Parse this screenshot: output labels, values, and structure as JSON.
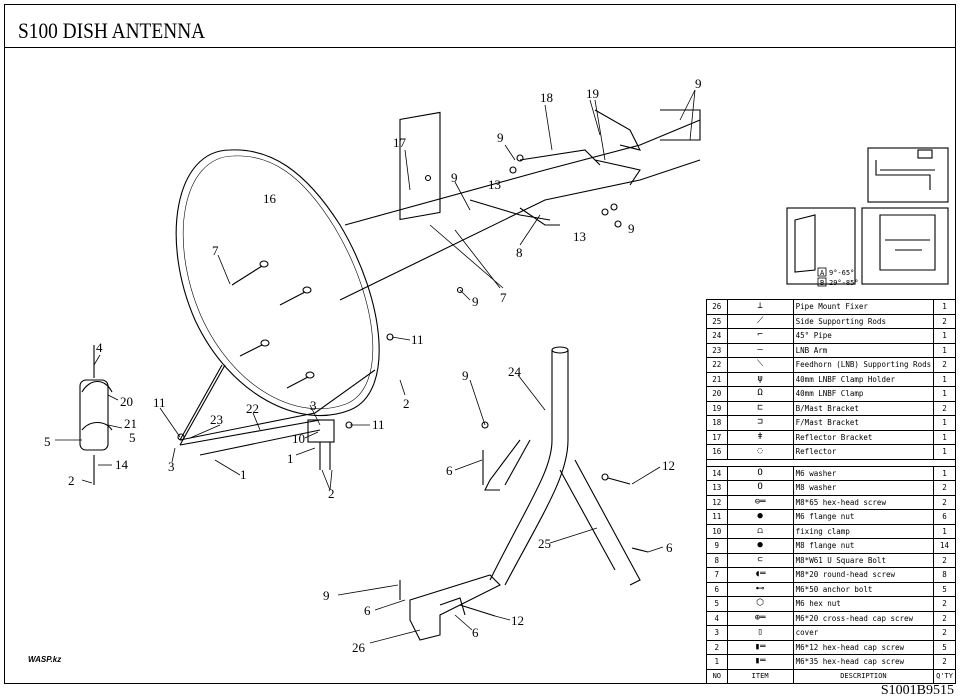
{
  "title": "S100 DISH ANTENNA",
  "document_number": "S1001B9515",
  "watermark": "WASP.kz",
  "inset_labels": {
    "a": "A",
    "a_range": "9°-65°",
    "b": "B",
    "b_range": "29°-85°"
  },
  "callouts": [
    "1",
    "2",
    "3",
    "4",
    "5",
    "6",
    "7",
    "8",
    "9",
    "10",
    "11",
    "12",
    "13",
    "14",
    "16",
    "17",
    "18",
    "19",
    "20",
    "21",
    "22",
    "23",
    "24",
    "25",
    "26"
  ],
  "parts": [
    {
      "no": "26",
      "desc": "Pipe Mount Fixer",
      "qty": "1",
      "icon": "pipe-mount-fixer-icon"
    },
    {
      "no": "25",
      "desc": "Side Supporting Rods",
      "qty": "2",
      "icon": "side-rods-icon"
    },
    {
      "no": "24",
      "desc": "45° Pipe",
      "qty": "1",
      "icon": "pipe-icon"
    },
    {
      "no": "23",
      "desc": "LNB Arm",
      "qty": "1",
      "icon": "lnb-arm-icon"
    },
    {
      "no": "22",
      "desc": "Feedhorn (LNB) Supporting Rods",
      "qty": "2",
      "icon": "feedhorn-rod-icon"
    },
    {
      "no": "21",
      "desc": "40mm LNBF Clamp Holder",
      "qty": "1",
      "icon": "clamp-holder-icon"
    },
    {
      "no": "20",
      "desc": "40mm LNBF Clamp",
      "qty": "1",
      "icon": "clamp-icon"
    },
    {
      "no": "19",
      "desc": "B/Mast Bracket",
      "qty": "2",
      "icon": "b-mast-bracket-icon"
    },
    {
      "no": "18",
      "desc": "F/Mast Bracket",
      "qty": "1",
      "icon": "f-mast-bracket-icon"
    },
    {
      "no": "17",
      "desc": "Reflector Bracket",
      "qty": "1",
      "icon": "reflector-bracket-icon"
    },
    {
      "no": "16",
      "desc": "Reflector",
      "qty": "1",
      "icon": "reflector-icon"
    },
    {
      "no": "14",
      "desc": "M6 washer",
      "qty": "1",
      "icon": "washer-icon"
    },
    {
      "no": "13",
      "desc": "M8 washer",
      "qty": "2",
      "icon": "washer-icon"
    },
    {
      "no": "12",
      "desc": "M8*65 hex-head screw",
      "qty": "2",
      "icon": "hex-screw-icon"
    },
    {
      "no": "11",
      "desc": "M6 flange nut",
      "qty": "6",
      "icon": "flange-nut-icon"
    },
    {
      "no": "10",
      "desc": "fixing clamp",
      "qty": "1",
      "icon": "fixing-clamp-icon"
    },
    {
      "no": "9",
      "desc": "M8 flange nut",
      "qty": "14",
      "icon": "flange-nut-icon"
    },
    {
      "no": "8",
      "desc": "M8*W61 U Square Bolt",
      "qty": "2",
      "icon": "u-bolt-icon"
    },
    {
      "no": "7",
      "desc": "M8*20 round-head screw",
      "qty": "8",
      "icon": "round-screw-icon"
    },
    {
      "no": "6",
      "desc": "M6*50 anchor bolt",
      "qty": "5",
      "icon": "anchor-bolt-icon"
    },
    {
      "no": "5",
      "desc": "M6 hex nut",
      "qty": "2",
      "icon": "hex-nut-icon"
    },
    {
      "no": "4",
      "desc": "M6*20 cross-head cap screw",
      "qty": "2",
      "icon": "cross-screw-icon"
    },
    {
      "no": "3",
      "desc": "cover",
      "qty": "2",
      "icon": "cover-icon"
    },
    {
      "no": "2",
      "desc": "M6*12 hex-head cap screw",
      "qty": "5",
      "icon": "hex-cap-screw-icon"
    },
    {
      "no": "1",
      "desc": "M6*35 hex-head cap screw",
      "qty": "2",
      "icon": "hex-cap-screw-icon"
    }
  ],
  "table_header": {
    "no": "NO",
    "item": "ITEM",
    "desc": "DESCRIPTION",
    "qty": "Q'TY"
  }
}
